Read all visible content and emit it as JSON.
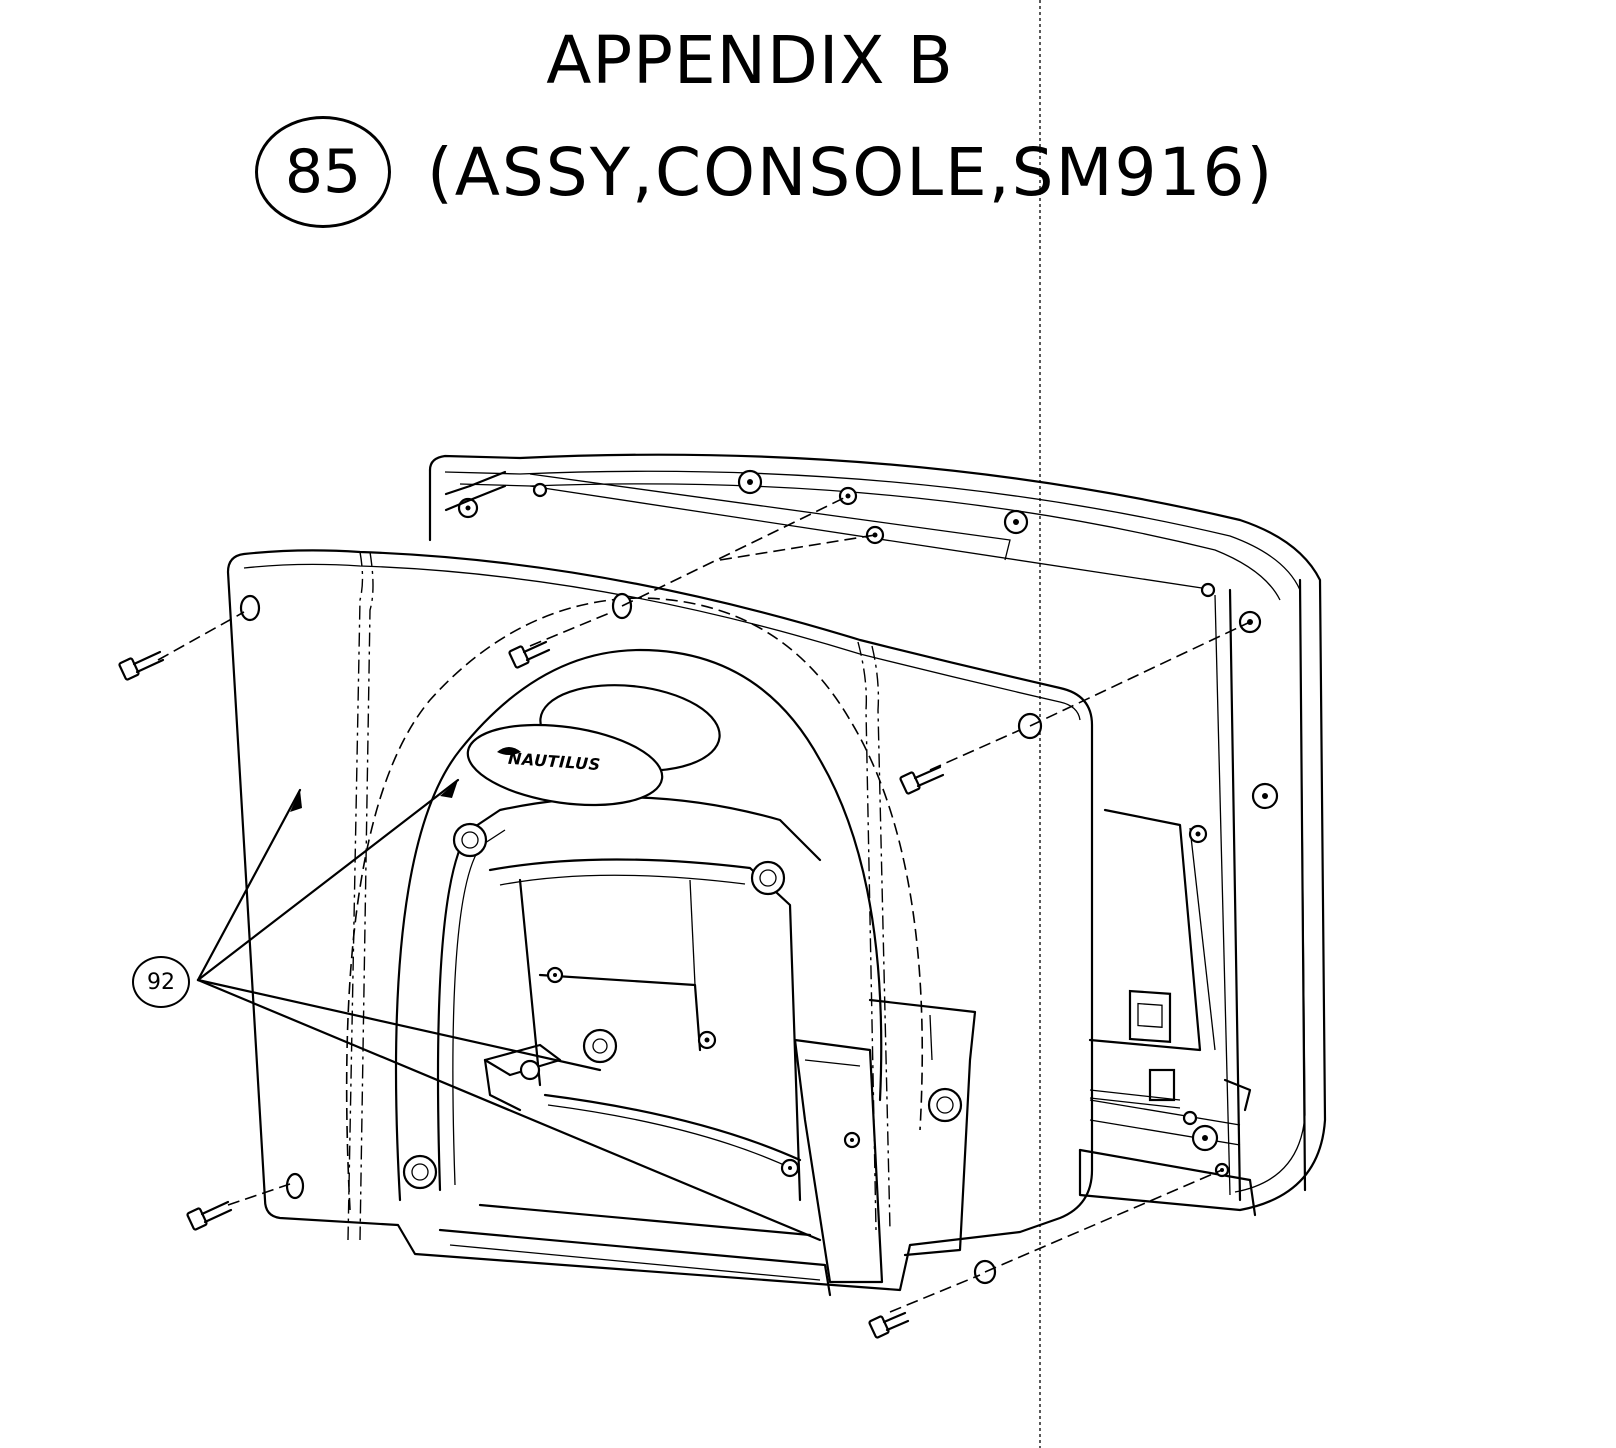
{
  "header": {
    "title": "APPENDIX B",
    "assembly_number": "85",
    "assembly_name": "(ASSY,CONSOLE,SM916)"
  },
  "callouts": [
    {
      "label": "92"
    }
  ],
  "logo": {
    "text": "NAUTILUS"
  }
}
